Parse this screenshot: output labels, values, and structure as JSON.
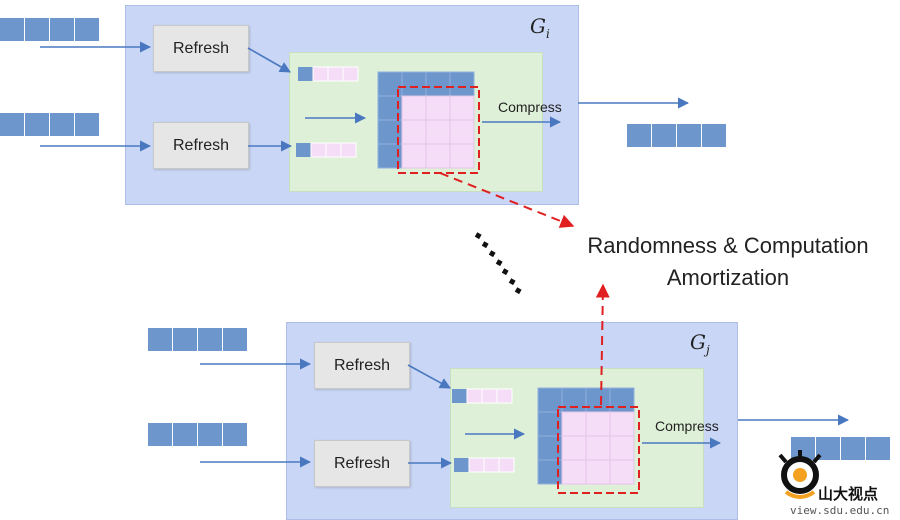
{
  "diagram": {
    "top_group": {
      "label": "G",
      "subscript": "i",
      "refresh_top": "Refresh",
      "refresh_bottom": "Refresh",
      "compress": "Compress"
    },
    "bottom_group": {
      "label": "G",
      "subscript": "j",
      "refresh_top": "Refresh",
      "refresh_bottom": "Refresh",
      "compress": "Compress"
    },
    "note": {
      "line1": "Randomness & Computation",
      "line2": "Amortization"
    },
    "colors": {
      "group_bg": "#c9d6f5",
      "inner_bg": "#dff0d8",
      "blue_block": "#6d96cc",
      "pink_cell": "#f5dcf7",
      "arrow": "#4a78c0",
      "dashed_red": "#e02020"
    }
  },
  "watermark": {
    "text": "山大视点",
    "url": "view.sdu.edu.cn"
  }
}
